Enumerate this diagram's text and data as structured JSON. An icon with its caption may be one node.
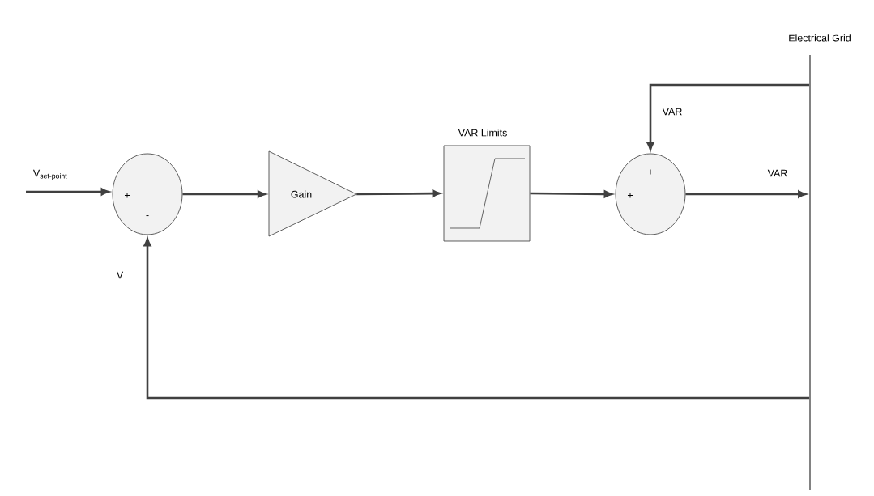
{
  "diagram": {
    "nodes": [
      {
        "text": [
          "+",
          "-"
        ]
      },
      {
        "text": [
          "Gain"
        ]
      },
      {
        "text": [
          "VAR Limits"
        ]
      },
      {
        "text": [
          "+",
          "+"
        ]
      },
      {
        "text": [
          "Electrical Grid"
        ]
      }
    ],
    "edges": [
      {
        "from": null,
        "to": 0,
        "arrow": "to",
        "label": "V$_{set-point}$"
      },
      {
        "from": 0,
        "to": 1,
        "arrow": "to"
      },
      {
        "from": 1,
        "to": 2,
        "arrow": "to"
      },
      {
        "from": 2,
        "to": 3,
        "arrow": "to"
      },
      {
        "from": 4,
        "to": 3,
        "arrow": "to",
        "label": "VAR"
      },
      {
        "from": 3,
        "to": 4,
        "arrow": "to",
        "label": "VAR"
      },
      {
        "from": 4,
        "to": 0,
        "arrow": "to",
        "label": "V"
      }
    ]
  }
}
